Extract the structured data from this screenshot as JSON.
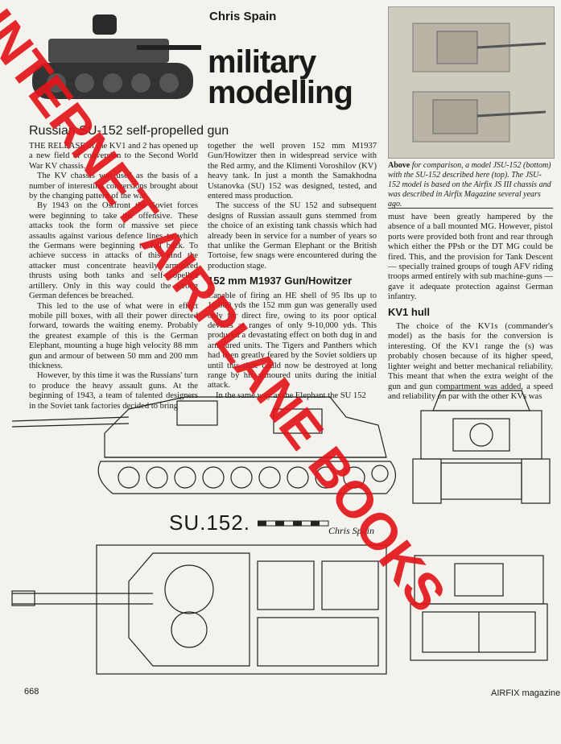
{
  "author": "Chris Spain",
  "title_line1": "military",
  "title_line2": "modelling",
  "headline": "Russian SU-152 self-propelled gun",
  "column1": [
    "THE RELEASE of the KV1 and 2 has opened up a new field of conversion to the Second World War KV chassis.",
    "The KV chassis was used as the basis of a number of interesting conversions brought about by the changing pattern of the war.",
    "By 1943 on the Ostfront the Soviet forces were beginning to take the offensive. These attacks took the form of massive set piece assaults against various defence lines to which the Germans were beginning to fall back. To achieve success in attacks of this kind the attacker must concentrate heavily armoured thrusts using both tanks and self-propelled artillery. Only in this way could the strong German defences be breached.",
    "This led to the use of what were in effect mobile pill boxes, with all their power directed forward, towards the waiting enemy. Probably the greatest example of this is the German Elephant, mounting a huge high velocity 88 mm gun and armour of between 50 mm and 200 mm thickness.",
    "However, by this time it was the Russians' turn to produce the heavy assault guns. At the beginning of 1943, a team of talented designers in the Soviet tank factories decided to bring"
  ],
  "column2a": [
    "together the well proven 152 mm M1937 Gun/Howitzer then in widespread service with the Red army, and the Klimenti Voroshilov (KV) heavy tank. In just a month the Samakhodna Ustanovka (SU) 152 was designed, tested, and entered mass production.",
    "The success of the SU 152 and subsequent designs of Russian assault guns stemmed from the choice of an existing tank chassis which had already been in service for a number of years so that unlike the German Elephant or the British Tortoise, few snags were encountered during the production stage."
  ],
  "subhead2": "152 mm M1937 Gun/Howitzer",
  "column2b": [
    "Capable of firing an HE shell of 95 lbs up to 10,000 yds the 152 mm gun was generally used only for direct fire, owing to its poor optical devices at ranges of only 9-10,000 yds. This produced a devastating effect on both dug in and armoured units. The Tigers and Panthers which had been greatly feared by the Soviet soldiers up until this time could now be destroyed at long range by his armoured units during the initial attack.",
    "In the same way as the Elephant the SU 152"
  ],
  "caption": {
    "lead": "Above",
    "text": " for comparison, a model JSU-152 (bottom) with the SU-152 described here (top). The JSU-152 model is based on the Airfix JS III chassis and was described in Airfix Magazine several years ago."
  },
  "column3a": [
    "must have been greatly hampered by the absence of a ball mounted MG. However, pistol ports were provided both front and rear through which either the PPsh or the DT MG could be fired. This, and the provision for Tank Descent — specially trained groups of tough AFV riding troops armed entirely with sub machine-guns — gave it adequate protection against German infantry."
  ],
  "subhead3": "KV1 hull",
  "column3b": [
    "The choice of the KV1s (commander's model) as the basis for the conversion is interesting. Of the KV1 range the (s) was probably chosen because of its higher speed, lighter weight and better mechanical reliability. This meant that when the extra weight of the gun and gun compartment was added, a speed and reliability on par with the other KVs was"
  ],
  "drawing_label": "SU.152.",
  "signature": "Chris Spain",
  "page_number": "668",
  "magazine": "AIRFIX magazine",
  "watermark_line1": "INTERNET AIRPLANE BOOKS",
  "watermark_color": "#e3161b"
}
